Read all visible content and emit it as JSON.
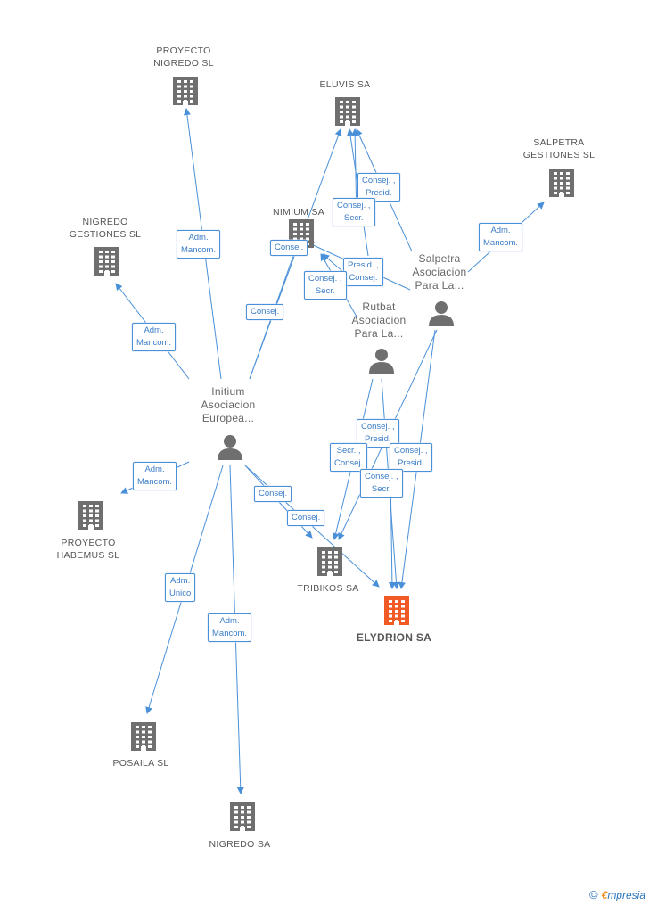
{
  "nodes": [
    {
      "id": "proyecto_nigredo",
      "label": "PROYECTO\nNIGREDO SL",
      "kind": "company"
    },
    {
      "id": "eluvis",
      "label": "ELUVIS SA",
      "kind": "company"
    },
    {
      "id": "salpetra_gest",
      "label": "SALPETRA\nGESTIONES SL",
      "kind": "company"
    },
    {
      "id": "nigredo_gest",
      "label": "NIGREDO\nGESTIONES SL",
      "kind": "company"
    },
    {
      "id": "nimium",
      "label": "NIMIUM SA",
      "kind": "company"
    },
    {
      "id": "salpetra_asoc",
      "label": "Salpetra\nAsociacion\nPara La...",
      "kind": "person"
    },
    {
      "id": "rutbat",
      "label": "Rutbat\nAsociacion\nPara La...",
      "kind": "person"
    },
    {
      "id": "initium",
      "label": "Initium\nAsociacion\nEuropea...",
      "kind": "person"
    },
    {
      "id": "proyecto_habemus",
      "label": "PROYECTO\nHABEMUS SL",
      "kind": "company"
    },
    {
      "id": "tribikos",
      "label": "TRIBIKOS SA",
      "kind": "company"
    },
    {
      "id": "elydrion",
      "label": "ELYDRION SA",
      "kind": "focus"
    },
    {
      "id": "posaila",
      "label": "POSAILA SL",
      "kind": "company"
    },
    {
      "id": "nigredo_sa",
      "label": "NIGREDO SA",
      "kind": "company"
    }
  ],
  "relations": [
    {
      "id": "r_adm_proyecto_nigredo",
      "label": "Adm.\nMancom."
    },
    {
      "id": "r_adm_nigredo_gest",
      "label": "Adm.\nMancom."
    },
    {
      "id": "r_adm_salpetra_gest",
      "label": "Adm.\nMancom."
    },
    {
      "id": "r_consej_presid_eluvis",
      "label": "Consej. ,\nPresid."
    },
    {
      "id": "r_consej_secr_eluvis",
      "label": "Consej. ,\nSecr."
    },
    {
      "id": "r_consej_nimium",
      "label": "Consej."
    },
    {
      "id": "r_presid_consej_nimium",
      "label": "Presid. ,\nConsej."
    },
    {
      "id": "r_consej_secr_nimium",
      "label": "Consej. ,\nSecr."
    },
    {
      "id": "r_consej_initium_nimium",
      "label": "Consej."
    },
    {
      "id": "r_adm_habemus",
      "label": "Adm.\nMancom."
    },
    {
      "id": "r_consej_presid_tribikos",
      "label": "Consej. ,\nPresid."
    },
    {
      "id": "r_secr_consej",
      "label": "Secr. ,\nConsej."
    },
    {
      "id": "r_consej_presid_elydrion",
      "label": "Consej. ,\nPresid."
    },
    {
      "id": "r_consej_secr_elydrion",
      "label": "Consej. ,\nSecr."
    },
    {
      "id": "r_consej_initium_elydrion",
      "label": "Consej."
    },
    {
      "id": "r_consej_initium_tribikos",
      "label": "Consej."
    },
    {
      "id": "r_adm_unico_posaila",
      "label": "Adm.\nUnico"
    },
    {
      "id": "r_adm_nigredo_sa",
      "label": "Adm.\nMancom."
    }
  ],
  "colors": {
    "edge": "#4a90d9",
    "company": "#6f6f6f",
    "focus": "#f15a24",
    "person": "#6f6f6f"
  },
  "footer": {
    "copyright": "©",
    "brand_e": "€",
    "brand_rest": "mpresia"
  }
}
